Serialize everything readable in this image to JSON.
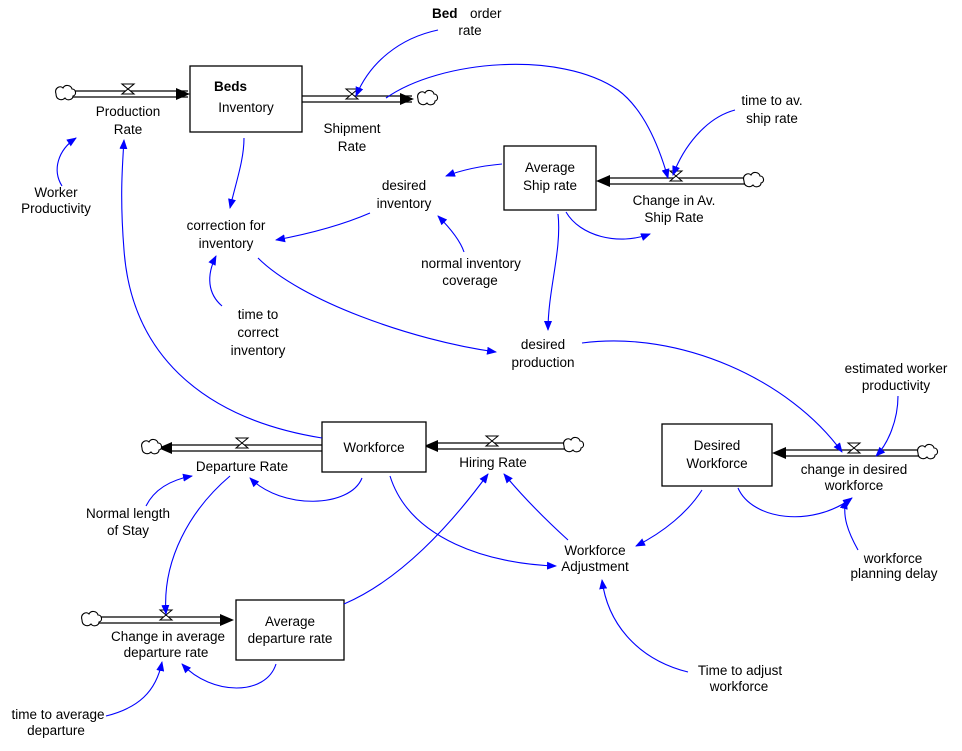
{
  "stocks": {
    "beds_inventory": {
      "line1": "Beds",
      "line2": "Inventory"
    },
    "average_ship_rate": {
      "line1": "Average",
      "line2": "Ship rate"
    },
    "workforce": {
      "line1": "Workforce"
    },
    "desired_workforce": {
      "line1": "Desired",
      "line2": "Workforce"
    },
    "average_departure_rate": {
      "line1": "Average",
      "line2": "departure rate"
    }
  },
  "flows": {
    "production_rate": {
      "line1": "Production",
      "line2": "Rate"
    },
    "shipment_rate": {
      "line1": "Shipment",
      "line2": "Rate"
    },
    "change_av_ship_rate": {
      "line1": "Change in Av.",
      "line2": "Ship Rate"
    },
    "departure_rate": {
      "line1": "Departure Rate"
    },
    "hiring_rate": {
      "line1": "Hiring Rate"
    },
    "change_desired_workforce": {
      "line1": "change in desired",
      "line2": "workforce"
    },
    "change_avg_departure_rate": {
      "line1": "Change in average",
      "line2": "departure rate"
    }
  },
  "variables": {
    "bed_order_rate": {
      "bold": "Bed",
      "rest": "order",
      "line2": "rate"
    },
    "time_to_av_ship_rate": {
      "line1": "time to av.",
      "line2": "ship rate"
    },
    "worker_productivity": {
      "line1": "Worker",
      "line2": "Productivity"
    },
    "desired_inventory": {
      "line1": "desired",
      "line2": "inventory"
    },
    "correction_for_inventory": {
      "line1": "correction for",
      "line2": "inventory"
    },
    "normal_inventory_coverage": {
      "line1": "normal inventory",
      "line2": "coverage"
    },
    "time_to_correct_inventory": {
      "line1": "time to",
      "line2": "correct",
      "line3": "inventory"
    },
    "desired_production": {
      "line1": "desired",
      "line2": "production"
    },
    "estimated_worker_productivity": {
      "line1": "estimated worker",
      "line2": "productivity"
    },
    "normal_length_of_stay": {
      "line1": "Normal length",
      "line2": "of Stay"
    },
    "workforce_adjustment": {
      "line1": "Workforce",
      "line2": "Adjustment"
    },
    "workforce_planning_delay": {
      "line1": "workforce",
      "line2": "planning delay"
    },
    "time_to_adjust_workforce": {
      "line1": "Time to adjust",
      "line2": "workforce"
    },
    "time_to_average_departure": {
      "line1": "time to average",
      "line2": "departure"
    }
  },
  "colors": {
    "link": "#0000ff",
    "flow": "#000000",
    "background": "#ffffff"
  }
}
